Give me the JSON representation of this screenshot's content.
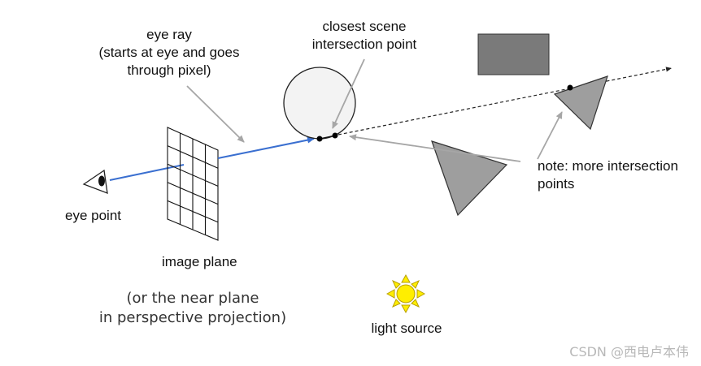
{
  "labels": {
    "eye_ray_line1": "eye ray",
    "eye_ray_line2": "(starts at eye and goes",
    "eye_ray_line3": "through pixel)",
    "closest_line1": "closest scene",
    "closest_line2": "intersection point",
    "note_line1": "note: more intersection",
    "note_line2": "points",
    "eye_point": "eye point",
    "image_plane": "image plane",
    "near_line1": "(or the near plane",
    "near_line2": "in perspective projection)",
    "light_source": "light source"
  },
  "watermark": "CSDN @西电卢本伟",
  "colors": {
    "ray": "#3a6fd0",
    "arrow": "#a6a6a6",
    "sphere_fill": "#f3f3f3",
    "triangle_fill": "#9e9e9e",
    "rect_fill": "#7a7a7a",
    "sun_fill": "#ffee00",
    "sun_stroke": "#b8a000"
  }
}
